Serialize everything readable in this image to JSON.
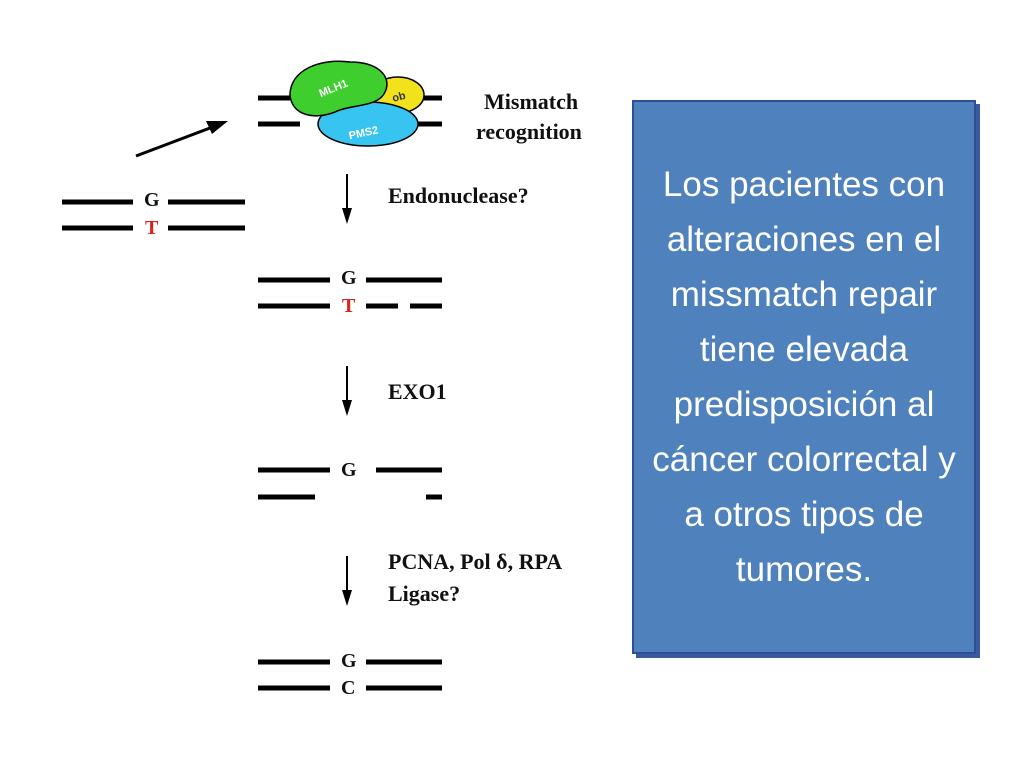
{
  "labels": {
    "mismatch_recognition_line1": "Mismatch",
    "mismatch_recognition_line2": "recognition",
    "endonuclease": "Endonuclease?",
    "exo1": "EXO1",
    "pcna_line1": "PCNA, Pol δ, RPA",
    "pcna_line2": "Ligase?"
  },
  "proteins": {
    "mlh1": "MLH1",
    "pms2": "PMS2",
    "msh": "ob"
  },
  "bases": {
    "initial_top": "G",
    "initial_bottom": "T",
    "nicked_top": "G",
    "nicked_bottom": "T",
    "excised_top": "G",
    "repaired_top": "G",
    "repaired_bottom": "C"
  },
  "info_box": {
    "text": "Los pacientes con alteraciones en el missmatch repair tiene elevada predisposición al cáncer colorrectal y a otros tipos de tumores."
  },
  "colors": {
    "box_fill": "#4f81bd",
    "mismatch_base": "#d9231d",
    "mlh1": "#3ecf2f",
    "pms2": "#38c4f0",
    "msh": "#f2e21c"
  }
}
